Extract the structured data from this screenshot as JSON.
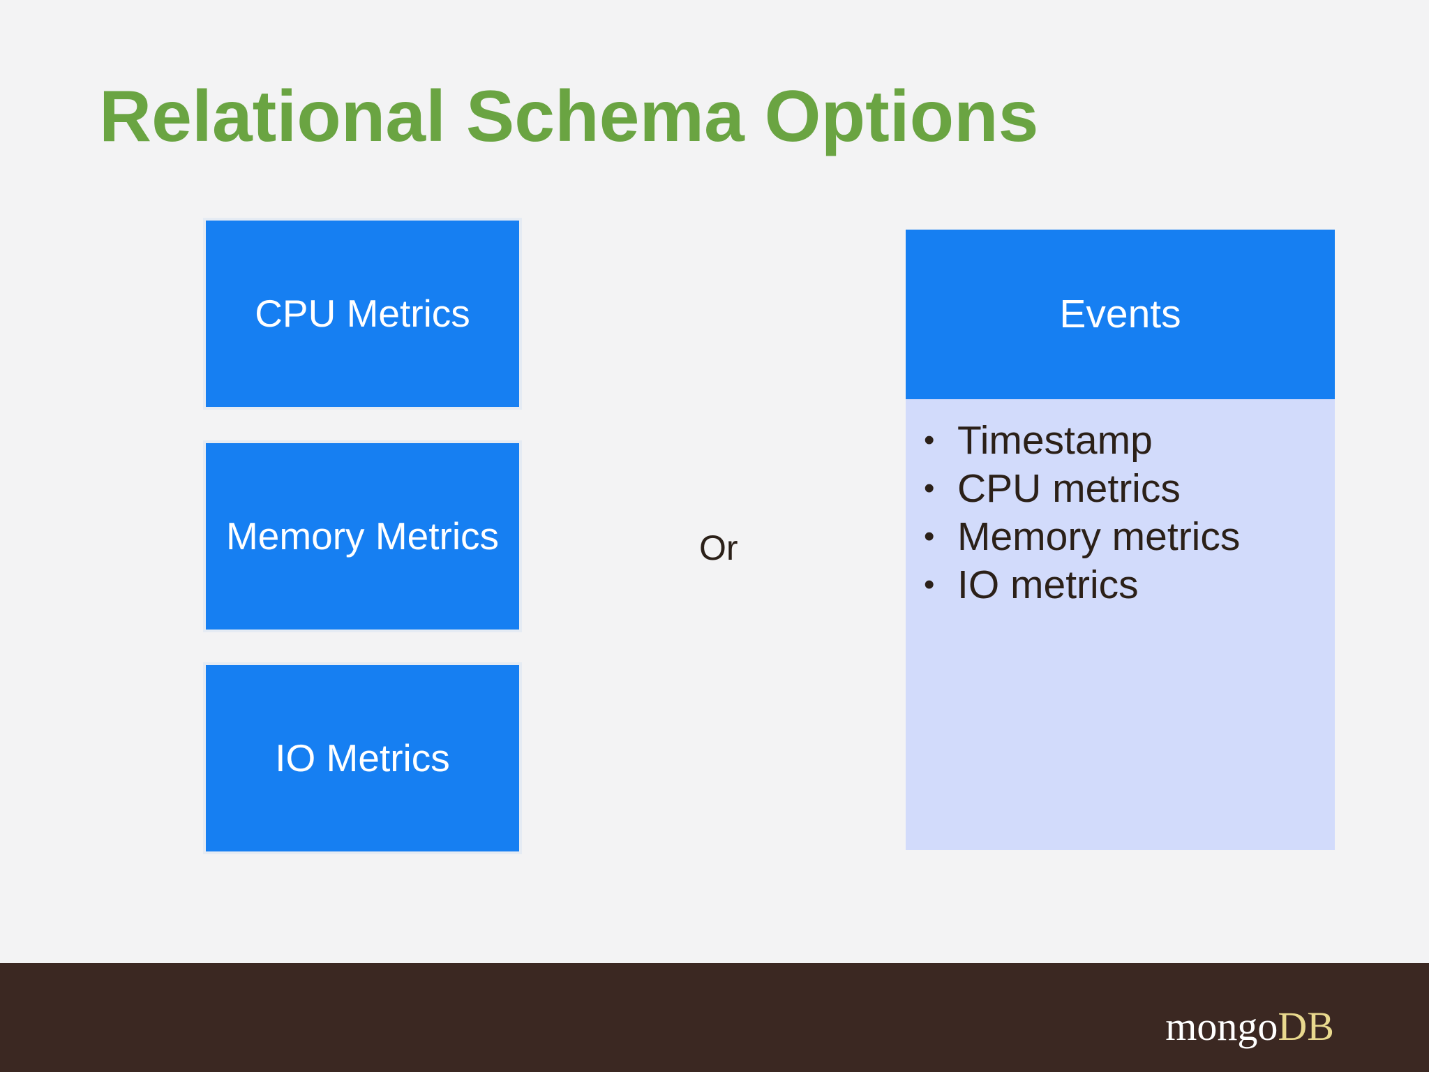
{
  "slide": {
    "title": "Relational Schema Options",
    "separator": "Or"
  },
  "tables": [
    {
      "label": "CPU Metrics"
    },
    {
      "label": "Memory Metrics"
    },
    {
      "label": "IO Metrics"
    }
  ],
  "events_table": {
    "title": "Events",
    "bullet": "•",
    "fields": [
      "Timestamp",
      "CPU metrics",
      "Memory metrics",
      "IO metrics"
    ]
  },
  "footer": {
    "logo_part1": "mongo",
    "logo_part2": "DB"
  },
  "colors": {
    "title_green": "#6aa442",
    "box_blue": "#167ff2",
    "events_body": "#d2dbfb",
    "footer_brown": "#3b2822",
    "logo_gold": "#e9d98e"
  }
}
